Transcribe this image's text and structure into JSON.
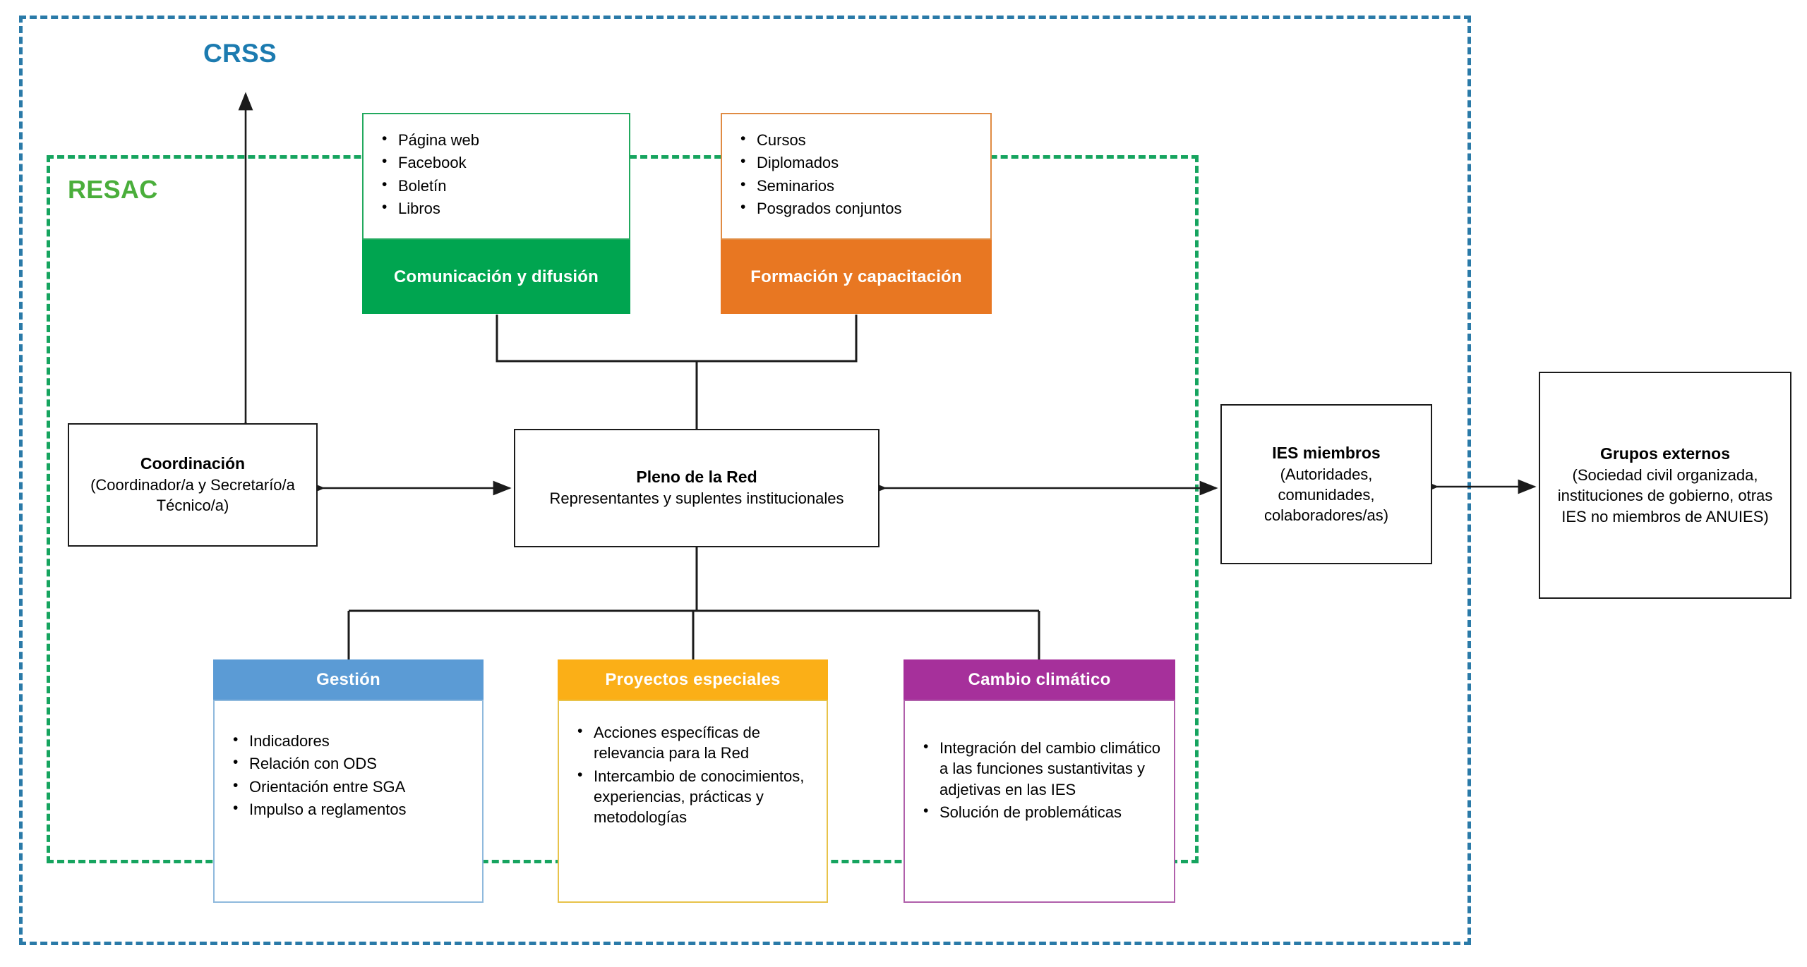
{
  "scopes": {
    "outer": {
      "label": "CRSS",
      "color": "#1c7bb0"
    },
    "inner": {
      "label": "RESAC",
      "color": "#4aae3b"
    }
  },
  "boxes": {
    "coordinacion": {
      "title": "Coordinación",
      "subtitle": "(Coordinador/a y Secretarío/a Técnico/a)"
    },
    "pleno": {
      "title": "Pleno de la Red",
      "subtitle": "Representantes y suplentes institucionales"
    },
    "ies_miembros": {
      "title": "IES miembros",
      "subtitle": "(Autoridades, comunidades, colaboradores/as)"
    },
    "grupos_externos": {
      "title": "Grupos externos",
      "subtitle": "(Sociedad civil organizada, instituciones de gobierno, otras IES no miembros de ANUIES)"
    }
  },
  "cards": {
    "comunicacion": {
      "header": "Comunicación y difusión",
      "color": "#00a550",
      "items": [
        "Página web",
        "Facebook",
        "Boletín",
        "Libros"
      ]
    },
    "formacion": {
      "header": "Formación y capacitación",
      "color": "#e87722",
      "items": [
        "Cursos",
        "Diplomados",
        "Seminarios",
        "Posgrados conjuntos"
      ]
    },
    "gestion": {
      "header": "Gestión",
      "color": "#5b9bd5",
      "items": [
        "Indicadores",
        "Relación con ODS",
        "Orientación entre SGA",
        "Impulso a reglamentos"
      ]
    },
    "proyectos": {
      "header": "Proyectos especiales",
      "color": "#fbaf17",
      "items": [
        "Acciones específicas de relevancia para la Red",
        "Intercambio de conocimientos, experiencias, prácticas y metodologías"
      ]
    },
    "cambio": {
      "header": "Cambio climático",
      "color": "#a6309b",
      "items": [
        "Integración del cambio climático a las funciones sustantivitas y adjetivas en las IES",
        "Solución de problemáticas"
      ]
    }
  }
}
